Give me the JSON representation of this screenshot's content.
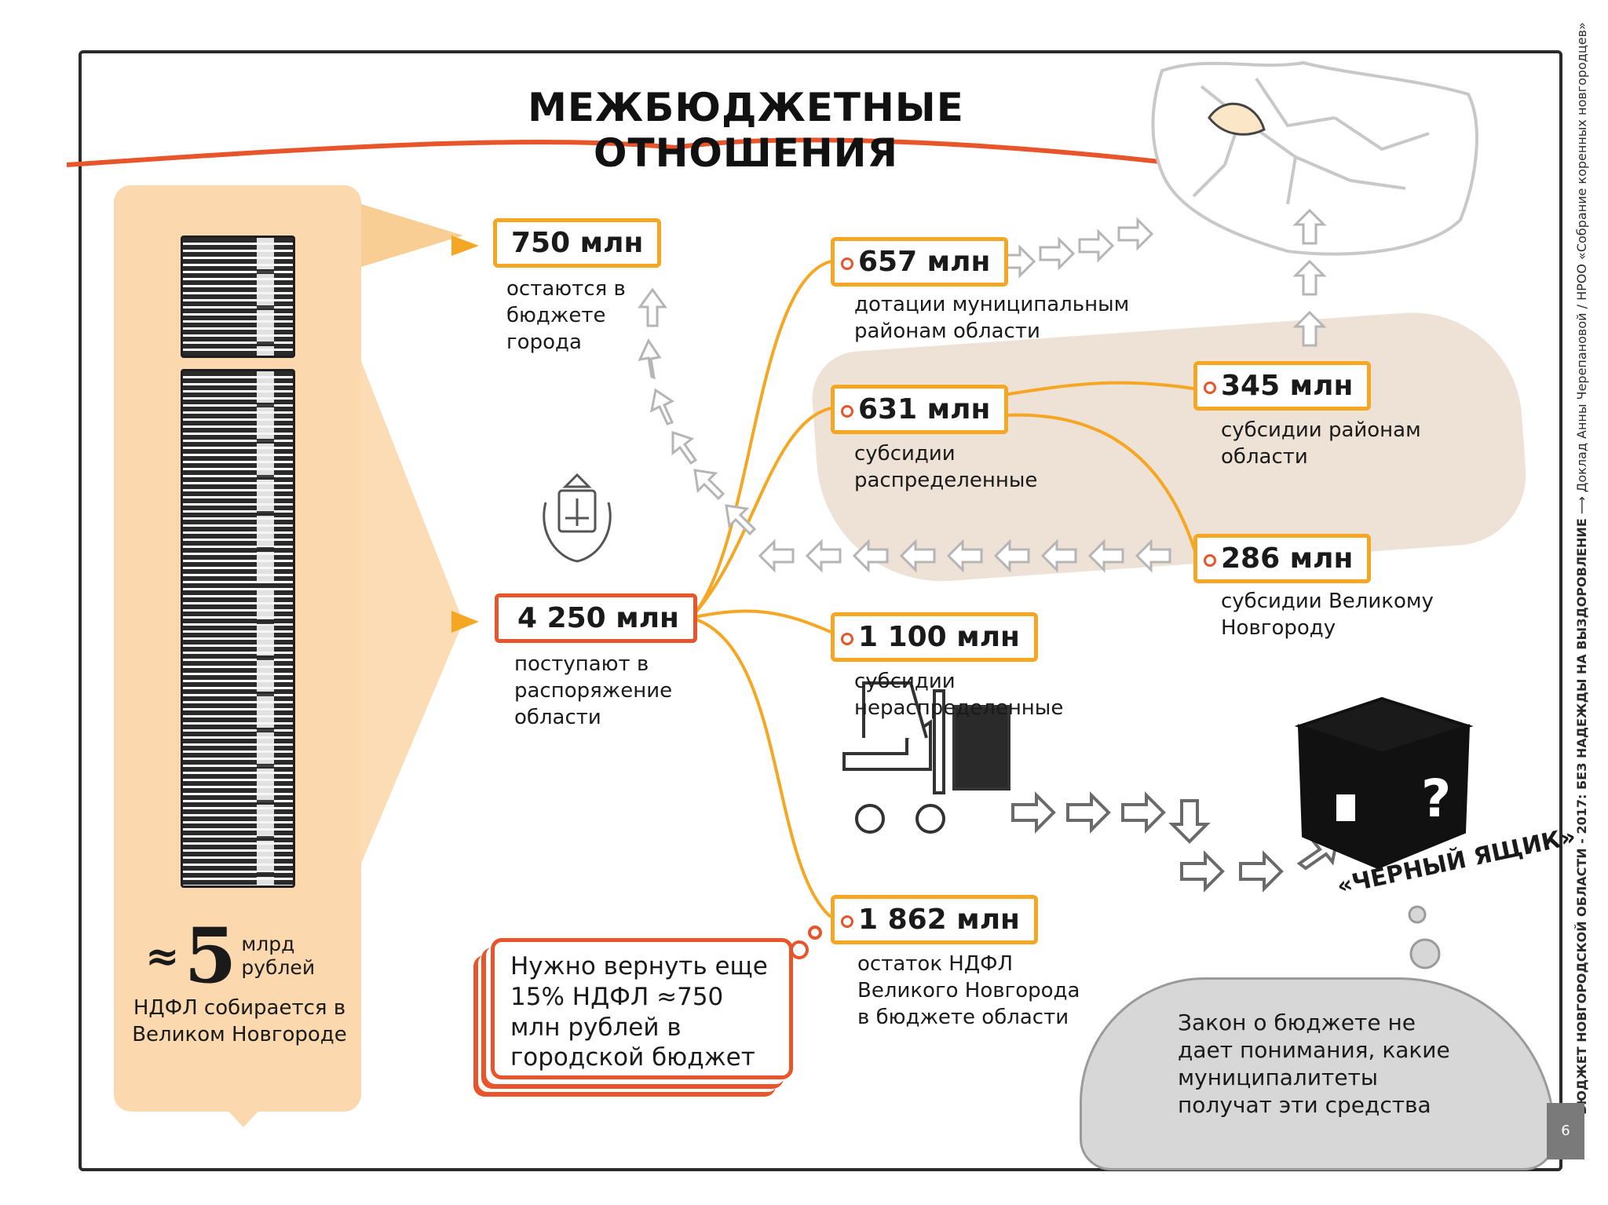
{
  "title": "МЕЖБЮДЖЕТНЫЕ ОТНОШЕНИЯ",
  "ndfl": {
    "approx_symbol": "≈",
    "amount": "5",
    "unit_line1": "млрд",
    "unit_line2": "рублей",
    "caption": "НДФЛ собирается в Великом Новгороде"
  },
  "nodes": {
    "city": {
      "amount": "750 млн",
      "desc": "остаются в бюджете города"
    },
    "region": {
      "amount": "4 250 млн",
      "desc": "поступают в распоряжение области"
    },
    "dotacii": {
      "amount": "657 млн",
      "desc": "дотации муниципальным районам области"
    },
    "subs_distributed": {
      "amount": "631 млн",
      "desc": "субсидии распределенные"
    },
    "subs_districts": {
      "amount": "345 млн",
      "desc": "субсидии районам области"
    },
    "subs_novgorod": {
      "amount": "286 млн",
      "desc": "субсидии Великому Новгороду"
    },
    "subs_undistributed": {
      "amount": "1 100 млн",
      "desc": "субсидии нераспределенные"
    },
    "ndfl_rest": {
      "amount": "1 862 млн",
      "desc": "остаток НДФЛ Великого Новгорода в бюджете области"
    }
  },
  "speech": "Нужно вернуть еще 15% НДФЛ ≈750 млн рублей в городской бюджет",
  "black_box": "«ЧЕРНЫЙ ЯЩИК»",
  "cloud": "Закон о бюджете не дает понимания, какие муниципалитеты получат эти средства",
  "sidebar": {
    "bold": "БЮДЖЕТ НОВГОРОДСКОЙ ОБЛАСТИ - 2017: БЕЗ НАДЕЖДЫ НА ВЫЗДОРОВЛЕНИЕ",
    "rest": "⟶ Доклад Анны Черепановой / НРОО «Собрание коренных новгородцев»"
  },
  "page_number": "6",
  "colors": {
    "orange": "#f5a623",
    "red": "#e8552a",
    "panel": "#fbd8ad",
    "blob": "#ecdfd2",
    "cloud": "#d7d7d7"
  }
}
